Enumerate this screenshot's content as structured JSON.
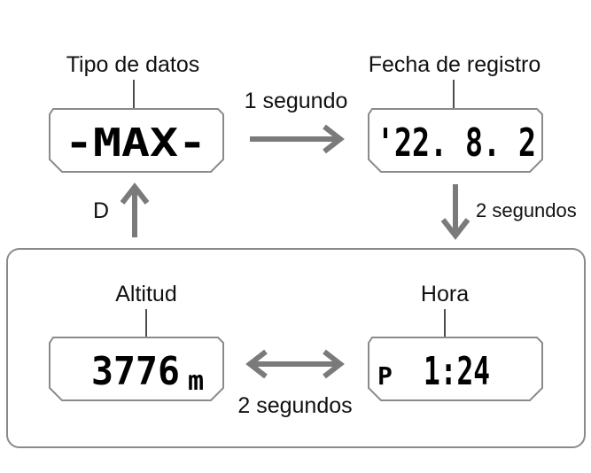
{
  "labels": {
    "data_type": "Tipo de datos",
    "record_date": "Fecha de registro",
    "altitude": "Altitud",
    "time": "Hora"
  },
  "displays": {
    "data_type": "-MAX-",
    "record_date": "'22. 8. 2",
    "altitude_value": "3776",
    "altitude_unit": "m",
    "time_ampm": "P",
    "time_value": "1:24"
  },
  "transitions": {
    "one_second": "1 segundo",
    "two_seconds_down": "2 segundos",
    "button_d": "D",
    "two_seconds_loop": "2 segundos"
  },
  "colors": {
    "arrow": "#7a7a7a",
    "display_border": "#8a8a8a",
    "frame": "#8a8a8a"
  }
}
